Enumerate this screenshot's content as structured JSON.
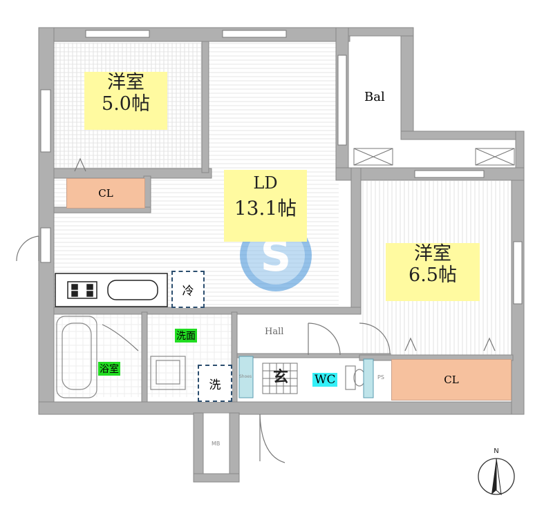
{
  "rooms": {
    "west_bedroom": {
      "name": "洋室",
      "size": "5.0帖"
    },
    "ld": {
      "name": "LD",
      "size": "13.1帖"
    },
    "east_bedroom": {
      "name": "洋室",
      "size": "6.5帖"
    },
    "balcony": "Bal",
    "closet_west": "CL",
    "closet_east": "CL",
    "fridge": "冷",
    "washroom": "洗面",
    "bathroom": "浴室",
    "washer": "洗",
    "entrance": "玄",
    "toilet": "WC",
    "hall": "Hall",
    "meter_box": "MB",
    "shoe_box": "Shoes",
    "pipe_space": "PS"
  },
  "compass": {
    "north_label": "N"
  },
  "colors": {
    "room_label_bg": "#fffaa0",
    "closet_bg": "#f6c19e",
    "wet_label_bg": "#22dd22",
    "wc_label_bg": "#35f0f7",
    "wall": "#a9a9a9",
    "watermark": "#3d8fd8"
  }
}
